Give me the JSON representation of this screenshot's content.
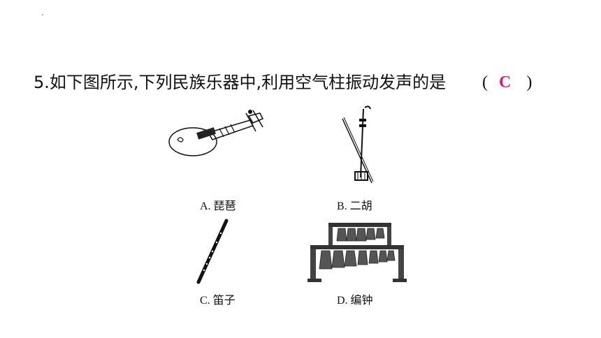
{
  "question": {
    "text": "5.如下图所示,下列民族乐器中,利用空气柱振动发声的是",
    "paren_open": "(",
    "answer": "C",
    "paren_close": ")",
    "answer_color": "#e0157d"
  },
  "options": [
    {
      "label": "A. 琵琶",
      "icon": "pipa-icon"
    },
    {
      "label": "B. 二胡",
      "icon": "erhu-icon"
    },
    {
      "label": "C. 笛子",
      "icon": "dizi-flute-icon"
    },
    {
      "label": "D. 编钟",
      "icon": "bianzhong-bells-icon"
    }
  ]
}
